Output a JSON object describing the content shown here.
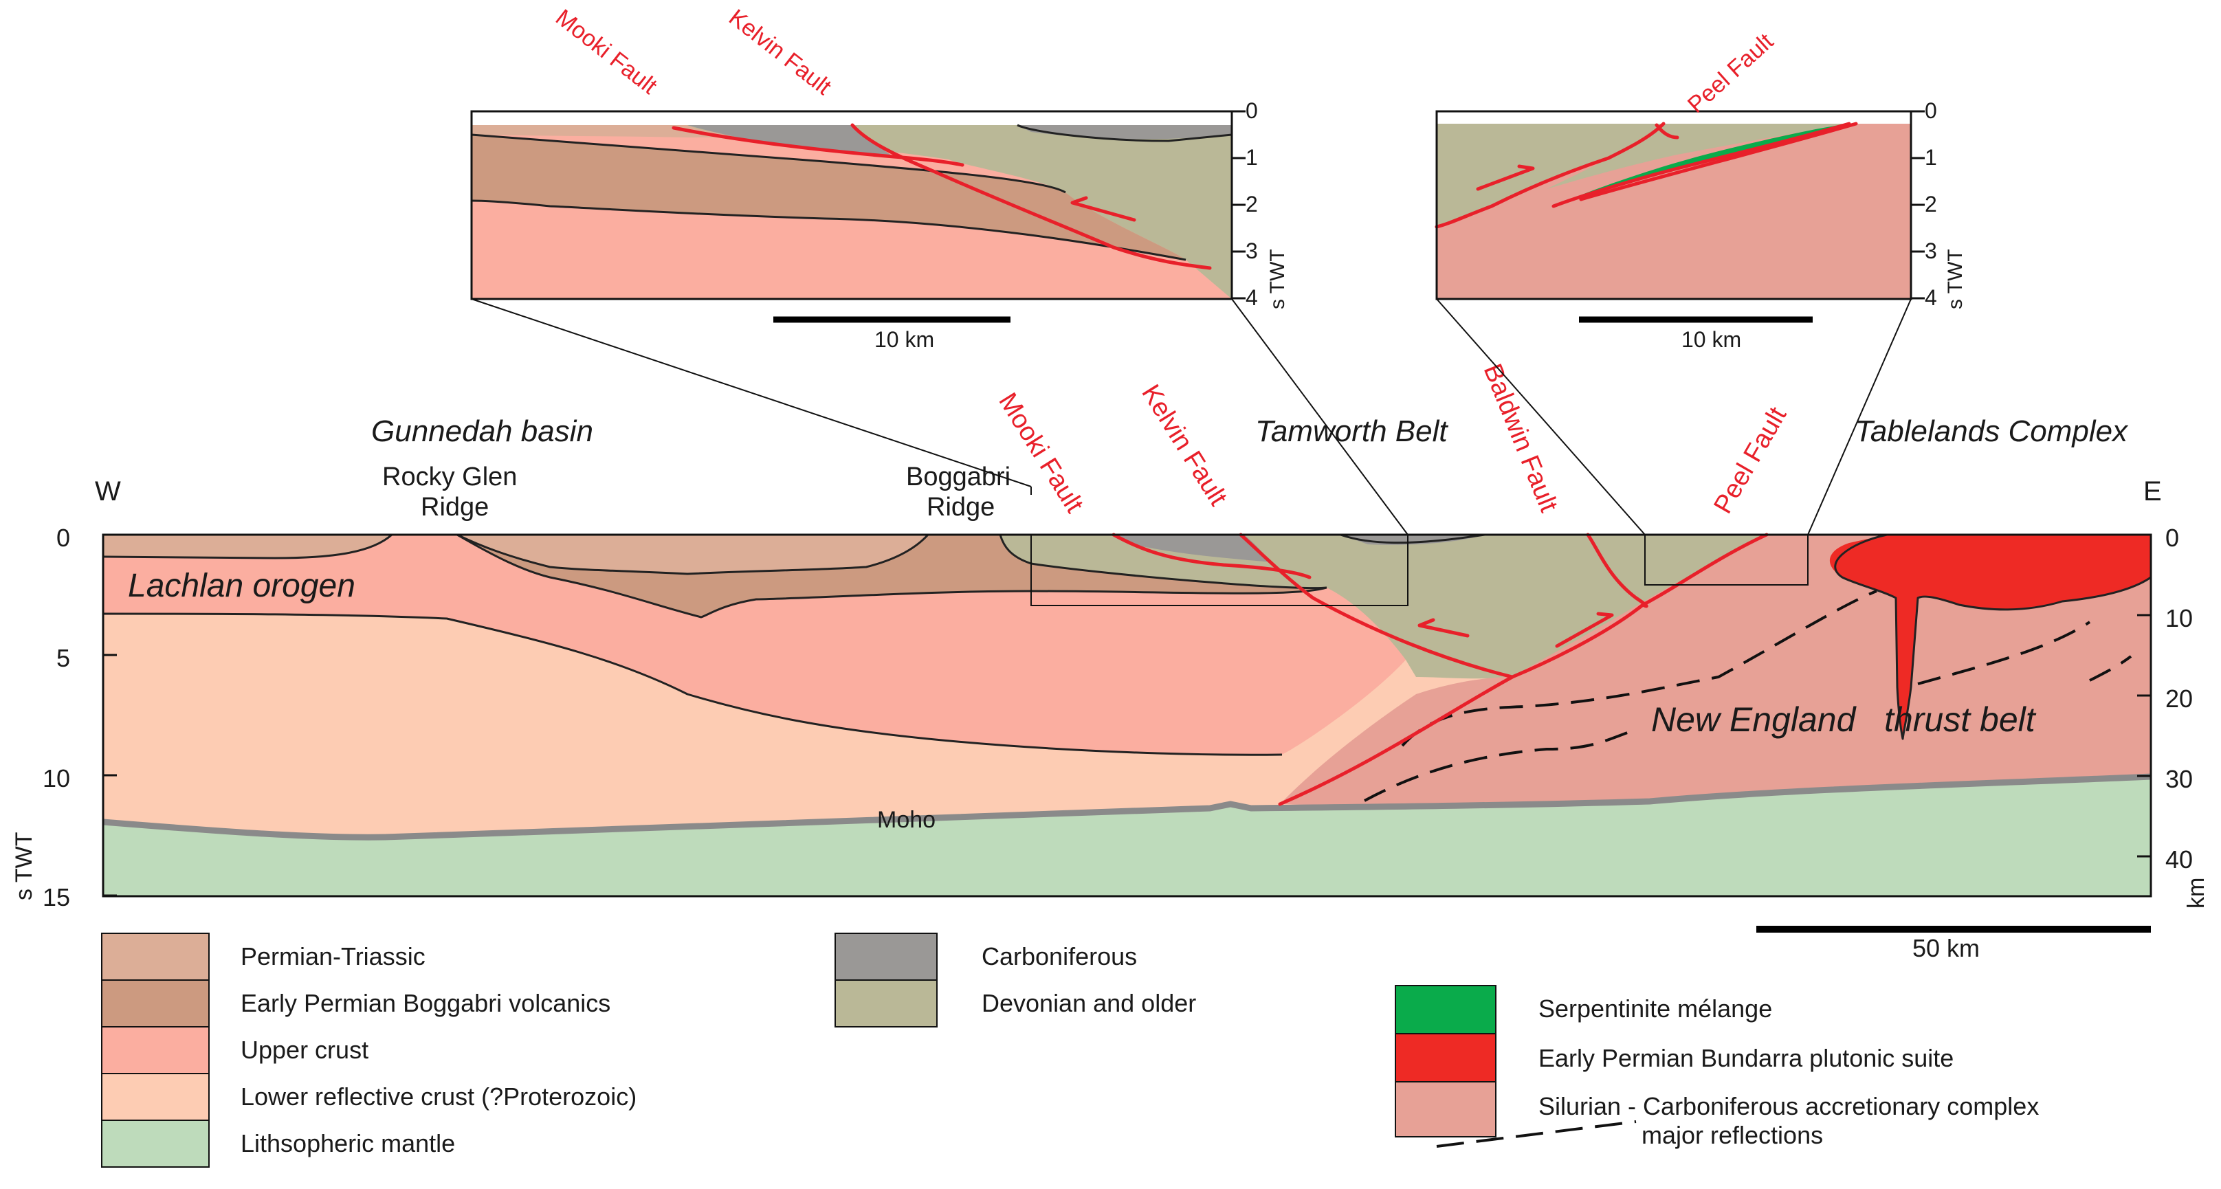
{
  "colors": {
    "permian_triassic": "#dcae97",
    "boggabri_volcanics": "#cc9a80",
    "upper_crust": "#fbaea0",
    "lower_crust": "#fdccb3",
    "mantle": "#bedbbb",
    "carboniferous": "#9a9896",
    "devonian": "#bab897",
    "serpentinite": "#0aab4b",
    "bundarra": "#ee2a25",
    "accretionary": "#e7a196",
    "fault": "#e8202a"
  },
  "main": {
    "west": "W",
    "east": "E",
    "regions": {
      "gunnedah": "Gunnedah basin",
      "tamworth": "Tamworth Belt",
      "tablelands": "Tablelands Complex",
      "lachlan": "Lachlan orogen",
      "new_england": "New England   thrust belt"
    },
    "ridges": {
      "rocky_glen_1": "Rocky Glen",
      "rocky_glen_2": "Ridge",
      "boggabri_1": "Boggabri",
      "boggabri_2": "Ridge"
    },
    "faults": {
      "mooki": "Mooki Fault",
      "kelvin": "Kelvin Fault",
      "baldwin": "Baldwin Fault",
      "peel": "Peel Fault"
    },
    "moho": "Moho",
    "left_axis": {
      "ticks": [
        "0",
        "5",
        "10",
        "15"
      ],
      "label": "s TWT"
    },
    "right_axis": {
      "ticks": [
        "0",
        "10",
        "20",
        "30",
        "40"
      ],
      "label": "km"
    },
    "scale": "50 km"
  },
  "inset_left": {
    "faults": {
      "mooki": "Mooki Fault",
      "kelvin": "Kelvin Fault"
    },
    "axis_ticks": [
      "0",
      "1",
      "2",
      "3",
      "4"
    ],
    "axis_label": "s TWT",
    "scale": "10 km"
  },
  "inset_right": {
    "faults": {
      "peel": "Peel Fault"
    },
    "axis_ticks": [
      "0",
      "1",
      "2",
      "3",
      "4"
    ],
    "axis_label": "s TWT",
    "scale": "10 km"
  },
  "legend": {
    "col1": [
      {
        "label": "Permian-Triassic",
        "color": "#dcae97"
      },
      {
        "label": "Early Permian Boggabri volcanics",
        "color": "#cc9a80"
      },
      {
        "label": "Upper crust",
        "color": "#fbaea0"
      },
      {
        "label": "Lower reflective crust (?Proterozoic)",
        "color": "#fdccb3"
      },
      {
        "label": "Lithsopheric mantle",
        "color": "#bedbbb"
      }
    ],
    "col2": [
      {
        "label": "Carboniferous",
        "color": "#9a9896"
      },
      {
        "label": "Devonian and older",
        "color": "#bab897"
      }
    ],
    "col3": [
      {
        "label": "Serpentinite mélange",
        "color": "#0aab4b"
      },
      {
        "label": "Early Permian Bundarra plutonic suite",
        "color": "#ee2a25"
      },
      {
        "label": "Silurian - Carboniferous accretionary complex",
        "color": "#e7a196"
      }
    ],
    "reflections": "major reflections"
  }
}
